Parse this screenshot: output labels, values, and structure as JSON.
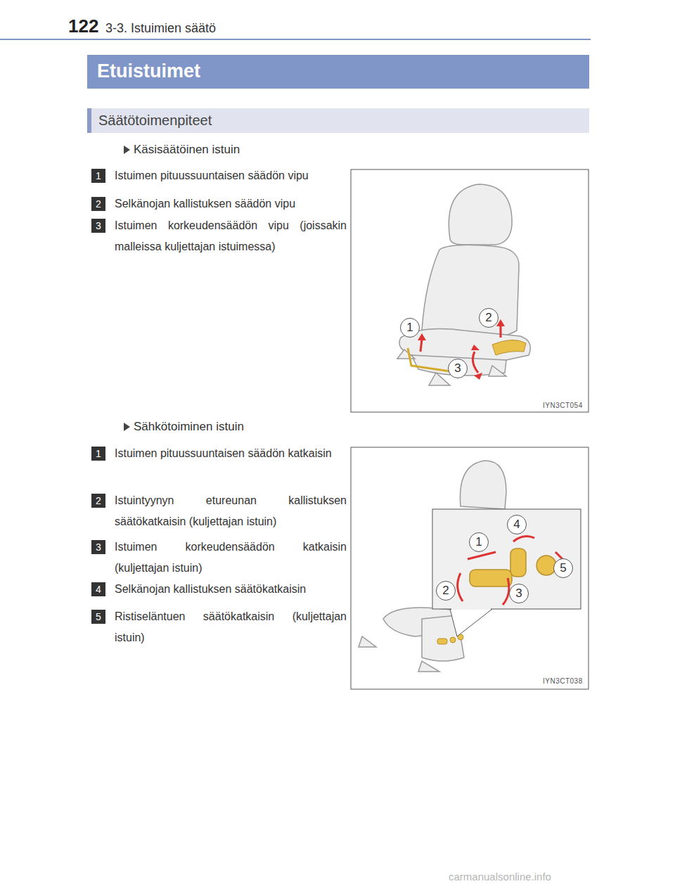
{
  "diagram": {
    "title": "Etuistuimet",
    "nodes": [
      {
        "text": [
          "Säätötoimenpiteet"
        ]
      }
    ],
    "labels": [
      "122",
      "3-3. Istuimien säätö",
      "Käsisäätöinen istuin",
      "1",
      "Istuimen pituussuuntaisen säädön vipu",
      "2",
      "Selkänojan kallistuksen säädön vipu",
      "3",
      "Istuimen korkeudensäädön vipu (joissakin malleissa kuljettajan istuimessa)",
      "2",
      "1",
      "3",
      "IYN3CT054",
      "Sähkötoiminen istuin",
      "1",
      "Istuimen pituussuuntaisen säädön katkaisin",
      "2",
      "Istuintyynyn etureunan kallistuksen säätökatkaisin (kuljettajan istuin)",
      "3",
      "Istuimen korkeudensäädön katkaisin (kuljettajan istuin)",
      "4",
      "Selkänojan kallistuksen säätökatkaisin",
      "5",
      "Ristiseläntuen säätökatkaisin (kuljettajan istuin)",
      "4",
      "1",
      "5",
      "2",
      "3",
      "IYN3CT038",
      "carmanualsonline.info"
    ]
  }
}
